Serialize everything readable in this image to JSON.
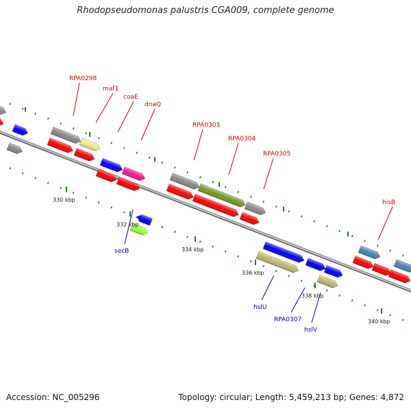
{
  "title": "Rhodopseudomonas palustris CGA009, complete genome",
  "footer": {
    "accession": "Accession: NC_005296",
    "summary": "Topology: circular; Length: 5,459,213 bp; Genes: 4,872"
  },
  "colors": {
    "backbone": "#888888",
    "tick": "#1a7a1a",
    "label_top": "#cc0000",
    "label_bottom": "#000099"
  },
  "ticks": [
    {
      "label": "330 kbp"
    },
    {
      "label": "332 kbp"
    },
    {
      "label": "334 kbp"
    },
    {
      "label": "336 kbp"
    },
    {
      "label": "338 kbp"
    },
    {
      "label": "340 kbp"
    }
  ],
  "labels_top": [
    {
      "text": "RPA0298"
    },
    {
      "text": "maf1"
    },
    {
      "text": "coaE"
    },
    {
      "text": "dnaQ"
    },
    {
      "text": "RPA0303"
    },
    {
      "text": "RPA0304"
    },
    {
      "text": "RPA0305"
    },
    {
      "text": "hisB"
    }
  ],
  "labels_bottom": [
    {
      "text": "secB"
    },
    {
      "text": "hslU"
    },
    {
      "text": "RPA0307"
    },
    {
      "text": "hslV"
    }
  ]
}
